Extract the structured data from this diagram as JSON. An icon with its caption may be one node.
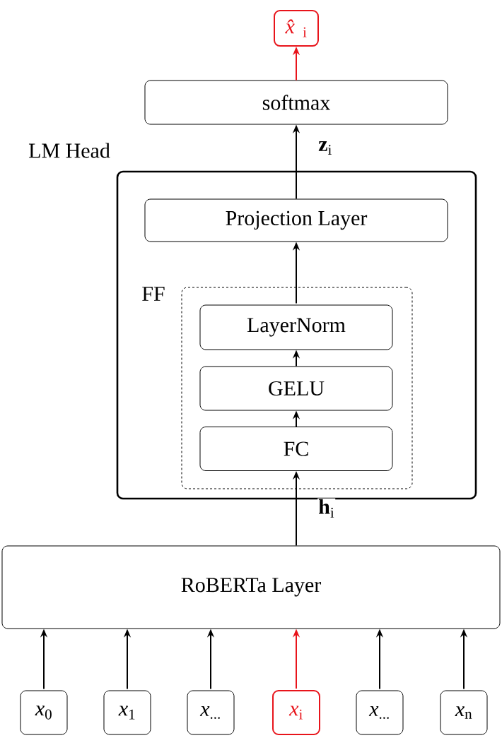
{
  "diagram": {
    "nodes": [
      {
        "text": [
          "*x̂*$_{i}$"
        ]
      },
      {
        "text": [
          "softmax"
        ]
      },
      {
        "text": [
          "LM Head"
        ]
      },
      {
        "text": [
          "Projection Layer"
        ],
        "in": 2
      },
      {
        "text": [
          "FF"
        ],
        "in": 2
      },
      {
        "text": [
          "LayerNorm"
        ],
        "in": 4
      },
      {
        "text": [
          "GELU"
        ],
        "in": 4
      },
      {
        "text": [
          "FC"
        ],
        "in": 4
      },
      {
        "text": [
          "RoBERTa Layer"
        ]
      },
      {
        "text": [
          "*x*$_{0}$"
        ]
      },
      {
        "text": [
          "*x*$_{1}$"
        ]
      },
      {
        "text": [
          "*x*$_{...}$"
        ]
      },
      {
        "text": [
          "*x*$_{i}$"
        ]
      },
      {
        "text": [
          "*x*$_{...}$"
        ]
      },
      {
        "text": [
          "*x*$_{n}$"
        ]
      }
    ],
    "edges": [
      {
        "from": 1,
        "to": 0,
        "arrow": "to",
        "color": "#e8141b"
      },
      {
        "from": 3,
        "to": 1,
        "arrow": "to",
        "label": "**z**$_{i}$"
      },
      {
        "from": 5,
        "to": 3,
        "arrow": "to"
      },
      {
        "from": 6,
        "to": 5,
        "arrow": "to"
      },
      {
        "from": 7,
        "to": 6,
        "arrow": "to"
      },
      {
        "from": 8,
        "to": 7,
        "arrow": "to",
        "label": "**h**$_{i}$"
      },
      {
        "from": 9,
        "to": 8,
        "arrow": "to"
      },
      {
        "from": 10,
        "to": 8,
        "arrow": "to"
      },
      {
        "from": 11,
        "to": 8,
        "arrow": "to"
      },
      {
        "from": 12,
        "to": 8,
        "arrow": "to",
        "color": "#e8141b"
      },
      {
        "from": 13,
        "to": 8,
        "arrow": "to"
      },
      {
        "from": 14,
        "to": 8,
        "arrow": "to"
      }
    ]
  }
}
